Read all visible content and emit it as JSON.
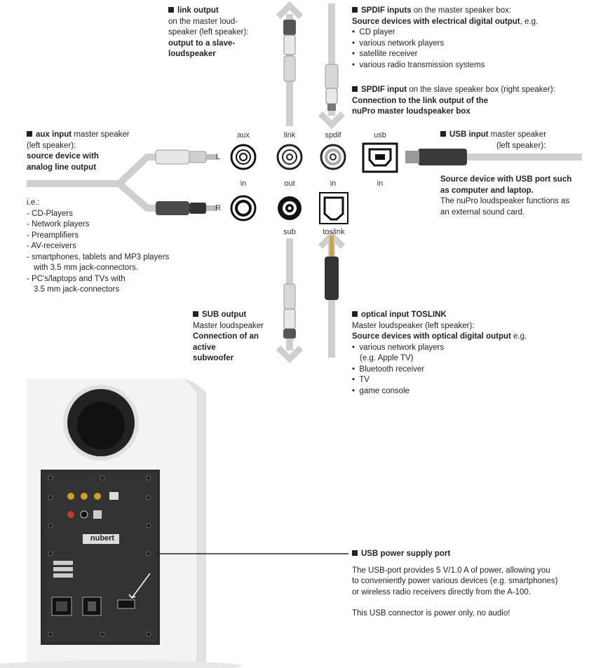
{
  "colors": {
    "cable_gray": "#c8c8c8",
    "port_black": "#1a1a1a",
    "speaker_white": "#f2f2f2",
    "panel": "#2b2b2b",
    "accent_red": "#c0392b",
    "accent_gold": "#d4a017"
  },
  "ports_top": {
    "aux": "aux",
    "link": "link",
    "spdif": "spdif",
    "usb": "usb"
  },
  "ports_mid": {
    "in1": "in",
    "out": "out",
    "in2": "in",
    "in3": "in"
  },
  "ports_bottom": {
    "sub": "sub",
    "toslink": "toslink"
  },
  "channel_L": "L",
  "channel_R": "R",
  "link_output": {
    "title": "link output",
    "lines": [
      "on the master loud-",
      "speaker (left speaker):"
    ],
    "bold_lines": [
      "output to a slave-",
      "loudspeaker"
    ]
  },
  "spdif_inputs": {
    "title": "SPDIF inputs",
    "title_rest": " on the master speaker box:",
    "bold_line": "Source devices with electrical digital output",
    "bold_line_rest": ", e.g.",
    "items": [
      "CD player",
      "various network players",
      "satellite receiver",
      "various radio transmission systems"
    ]
  },
  "spdif_input_slave": {
    "title": "SPDIF input",
    "title_rest": " on the slave speaker box (right speaker):",
    "bold_lines": [
      "Connection to the link output of the",
      "nuPro master loudspeaker box"
    ]
  },
  "aux_input": {
    "title": "aux input",
    "title_rest": " master speaker",
    "line2": "(left speaker):",
    "bold_lines": [
      "source device with",
      "analog line output"
    ]
  },
  "aux_list": {
    "intro": "i.e.:",
    "items": [
      "CD-Players",
      "Network players",
      "Preamplifiers",
      "AV-receivers",
      "smartphones, tablets and MP3 players",
      "PC's/laptops and TVs with"
    ],
    "item5_cont": "with 3.5 mm jack-connectors.",
    "item6_cont": "3.5 mm jack-connectors"
  },
  "usb_input": {
    "title": "USB input",
    "title_rest": " master speaker",
    "line2": "(left speaker):",
    "bold_lines": [
      "Source device with USB port such",
      "as computer and laptop."
    ],
    "lines": [
      "The nuPro loudspeaker functions as",
      "an external sound card."
    ]
  },
  "sub_output": {
    "title": "SUB output",
    "line": "Master loudspeaker",
    "bold_lines": [
      "Connection of an",
      "active",
      "subwoofer"
    ]
  },
  "toslink_input": {
    "title": "optical input TOSLINK",
    "line": "Master loudspeaker (left speaker):",
    "bold_line": "Source devices with optical digital output",
    "bold_line_rest": " e.g.",
    "items": [
      "various network players",
      "Bluetooth receiver",
      "TV",
      "game console"
    ],
    "item1_cont": "(e.g. Apple TV)"
  },
  "usb_power": {
    "title": "USB power supply port",
    "lines": [
      "The USB-port provides 5 V/1.0 A of power, allowing you",
      "to conveniently power various devices (e.g. smartphones)",
      "or wireless radio receivers directly from the A-100."
    ],
    "note": "This USB connector is power only, no audio!"
  },
  "brand": "nubert"
}
